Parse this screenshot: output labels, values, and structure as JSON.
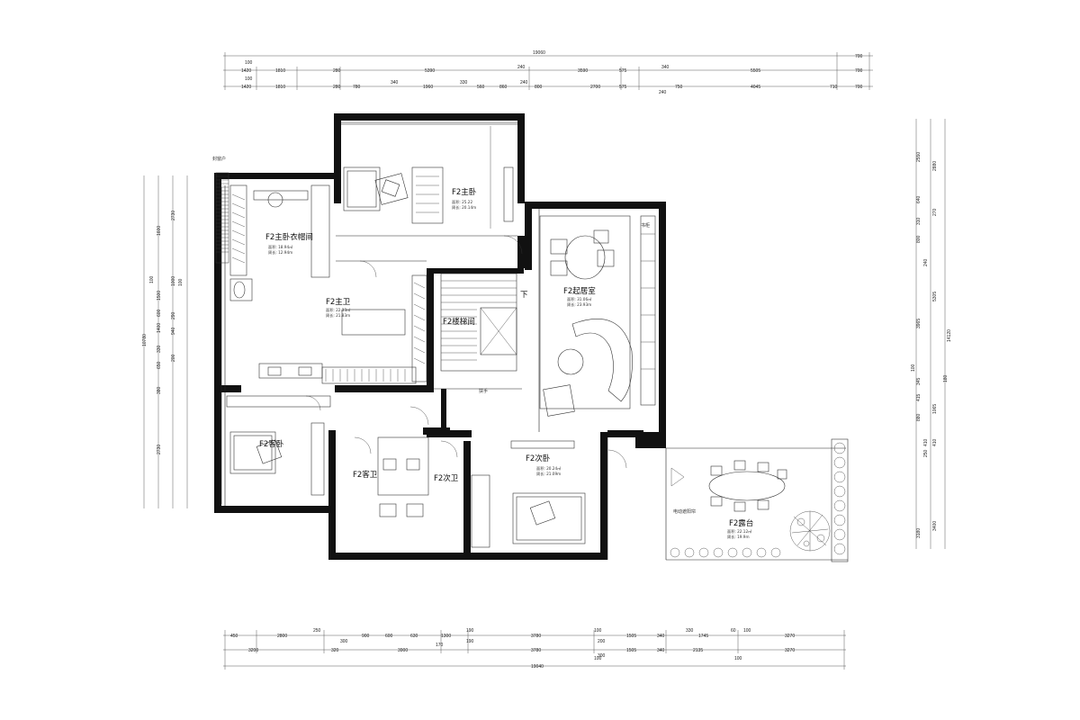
{
  "floor_plan": {
    "rooms": [
      {
        "id": "master_bedroom",
        "name": "F2主卧",
        "area": "面积: 25.22",
        "perimeter": "周长: 20.14m"
      },
      {
        "id": "walkin_closet",
        "name": "F2主卧衣帽间",
        "area": "面积: 18.94㎡",
        "perimeter": "周长: 12.94m"
      },
      {
        "id": "master_bath",
        "name": "F2主卫",
        "area": "面积: 22.33㎡",
        "perimeter": "周长: 21.83m"
      },
      {
        "id": "stairwell",
        "name": "F2楼梯间"
      },
      {
        "id": "living",
        "name": "F2起居室",
        "area": "面积: 31.06㎡",
        "perimeter": "周长: 23.93m"
      },
      {
        "id": "guest_bedroom",
        "name": "F2客卧"
      },
      {
        "id": "guest_bath",
        "name": "F2客卫"
      },
      {
        "id": "second_bath",
        "name": "F2次卫"
      },
      {
        "id": "second_bedroom",
        "name": "F2次卧",
        "area": "面积: 20.24㎡",
        "perimeter": "周长: 21.09m"
      },
      {
        "id": "terrace",
        "name": "F2露台",
        "area": "面积: 22.12㎡",
        "perimeter": "周长: 19.9m"
      }
    ],
    "notes": {
      "window_seal": "封窗户",
      "stair_down": "下",
      "handrail": "扶手",
      "electric_door": "电动遮阳帘",
      "cabinet": "书柜"
    },
    "dims_top": {
      "total": "19060",
      "row1": [
        "100",
        "1420",
        "1810",
        "280",
        "5390",
        "240",
        "3590",
        "575",
        "340",
        "5505",
        "700"
      ],
      "row2": [
        "100",
        "1420",
        "1810",
        "280",
        "780",
        "340",
        "1960",
        "330",
        "560",
        "860",
        "240",
        "800",
        "2700",
        "575",
        "240",
        "750",
        "4045",
        "710",
        "700"
      ],
      "right_700": "700"
    },
    "dims_bottom": {
      "total": "19040",
      "row1": [
        "450",
        "2800",
        "250",
        "300",
        "900",
        "600",
        "630",
        "1300",
        "190",
        "3780",
        "100",
        "1505",
        "340",
        "330",
        "1745",
        "60",
        "100",
        "3270"
      ],
      "row2": [
        "3200",
        "320",
        "3900",
        "170",
        "190",
        "3780",
        "200",
        "1505",
        "340",
        "2135",
        "3270"
      ],
      "row3": [
        "100",
        "300",
        "100"
      ]
    },
    "dims_left": [
      "2730",
      "1600",
      "10780",
      "100",
      "1500",
      "600",
      "1400",
      "1000",
      "290",
      "940",
      "330",
      "650",
      "380",
      "200",
      "2730",
      "100"
    ],
    "dims_right": [
      "2550",
      "2880",
      "640",
      "310",
      "270",
      "800",
      "240",
      "5305",
      "14120",
      "3965",
      "180",
      "100",
      "345",
      "415",
      "880",
      "410",
      "250",
      "410",
      "1065",
      "3400",
      "3180"
    ]
  }
}
